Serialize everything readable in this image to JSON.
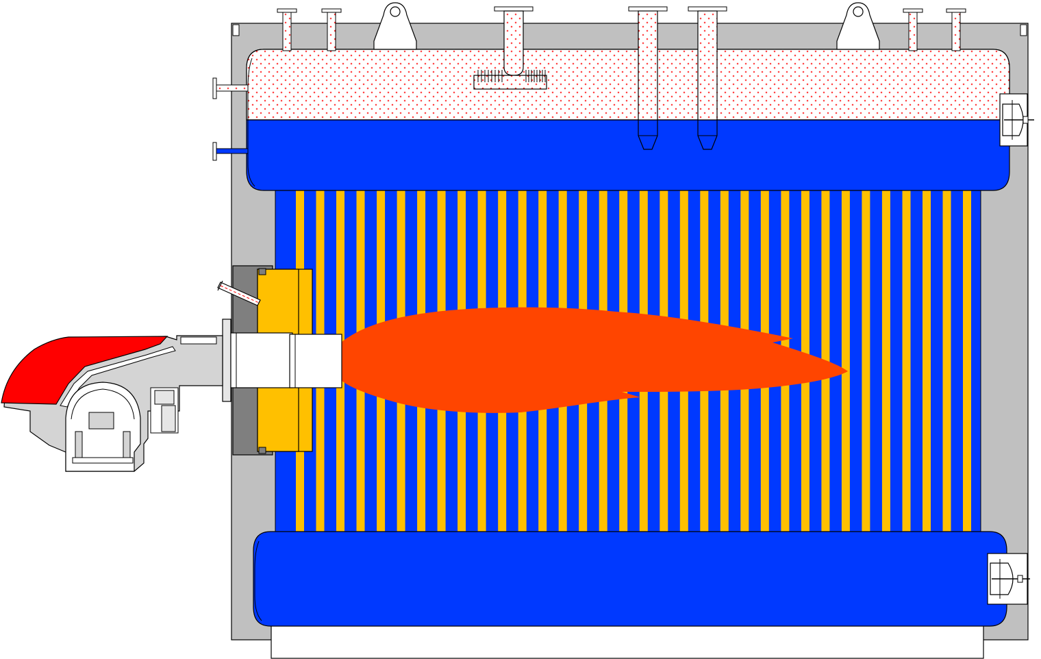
{
  "diagram": {
    "type": "boiler-cross-section",
    "colors": {
      "casing": "#c0c0c0",
      "water": "#0039ff",
      "steam_bg": "#ffffff",
      "steam_dot": "#ff0000",
      "tube": "#ffc000",
      "flame": "#ff4500",
      "burner_hood": "#ff0000",
      "burner_body": "#d4d4d4",
      "burner_light": "#e6e6e6",
      "refractory": "#7f7f7f",
      "outline": "#000000"
    },
    "components": [
      "casing",
      "upper-steam-drum",
      "lower-water-drum",
      "water-tube-bank",
      "furnace-flame",
      "burner",
      "burner-flange",
      "refractory-front-wall",
      "manhole-upper",
      "manhole-lower",
      "lifting-lug-left",
      "lifting-lug-right",
      "steam-outlet-nozzle",
      "downcomer-left",
      "downcomer-right",
      "safety-valve-nozzles",
      "side-nozzles",
      "base-support"
    ],
    "tube_count": 34
  }
}
